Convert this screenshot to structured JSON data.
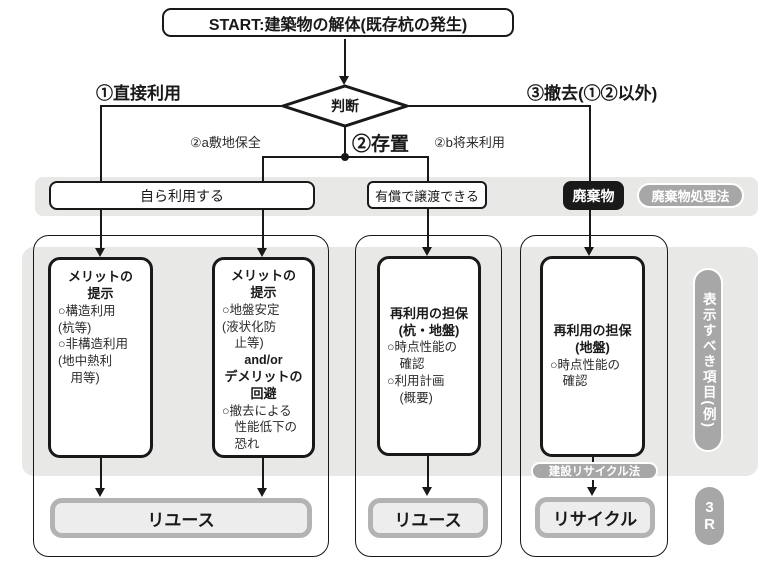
{
  "start": {
    "label": "START:建築物の解体(既存杭の発生)"
  },
  "decision": {
    "label": "判断"
  },
  "branches": {
    "b1": "①直接利用",
    "b2": "②存置",
    "b2a": "②a敷地保全",
    "b2b": "②b将来利用",
    "b3": "③撤去(①②以外)"
  },
  "band": {
    "self_use": "自ら利用する",
    "transfer": "有償で譲渡できる",
    "waste": "廃棄物",
    "waste_law": "廃棄物処理法"
  },
  "columns": [
    {
      "header": "メリットの\n提示",
      "body": "○構造利用\n(杭等)\n○非構造利用\n(地中熱利\n　用等)"
    },
    {
      "header": "メリットの\n提示",
      "body": "○地盤安定\n(液状化防\n　止等)",
      "connector": "and/or",
      "header2": "デメリットの\n回避",
      "body2": "○撤去による\n　性能低下の\n　恐れ"
    },
    {
      "header": "再利用の担保\n(杭・地盤)",
      "body": "○時点性能の\n　確認\n○利用計画\n　(概要)"
    },
    {
      "header": "再利用の担保\n(地盤)",
      "body": "○時点性能の\n　確認"
    }
  ],
  "outcomes": {
    "reuse_left": "リユース",
    "reuse_mid": "リユース",
    "recycle": "リサイクル"
  },
  "side_labels": {
    "recycle_law": "建設リサイクル法",
    "display_items": "表示すべき項目(例)",
    "three_r": "3\nR"
  },
  "colors": {
    "gray_bg": "#e8e8e7",
    "pill_gray": "#a7a7a7",
    "ink": "#191919",
    "outcome_fill": "#ededed",
    "outcome_border": "#b3b3b3"
  }
}
